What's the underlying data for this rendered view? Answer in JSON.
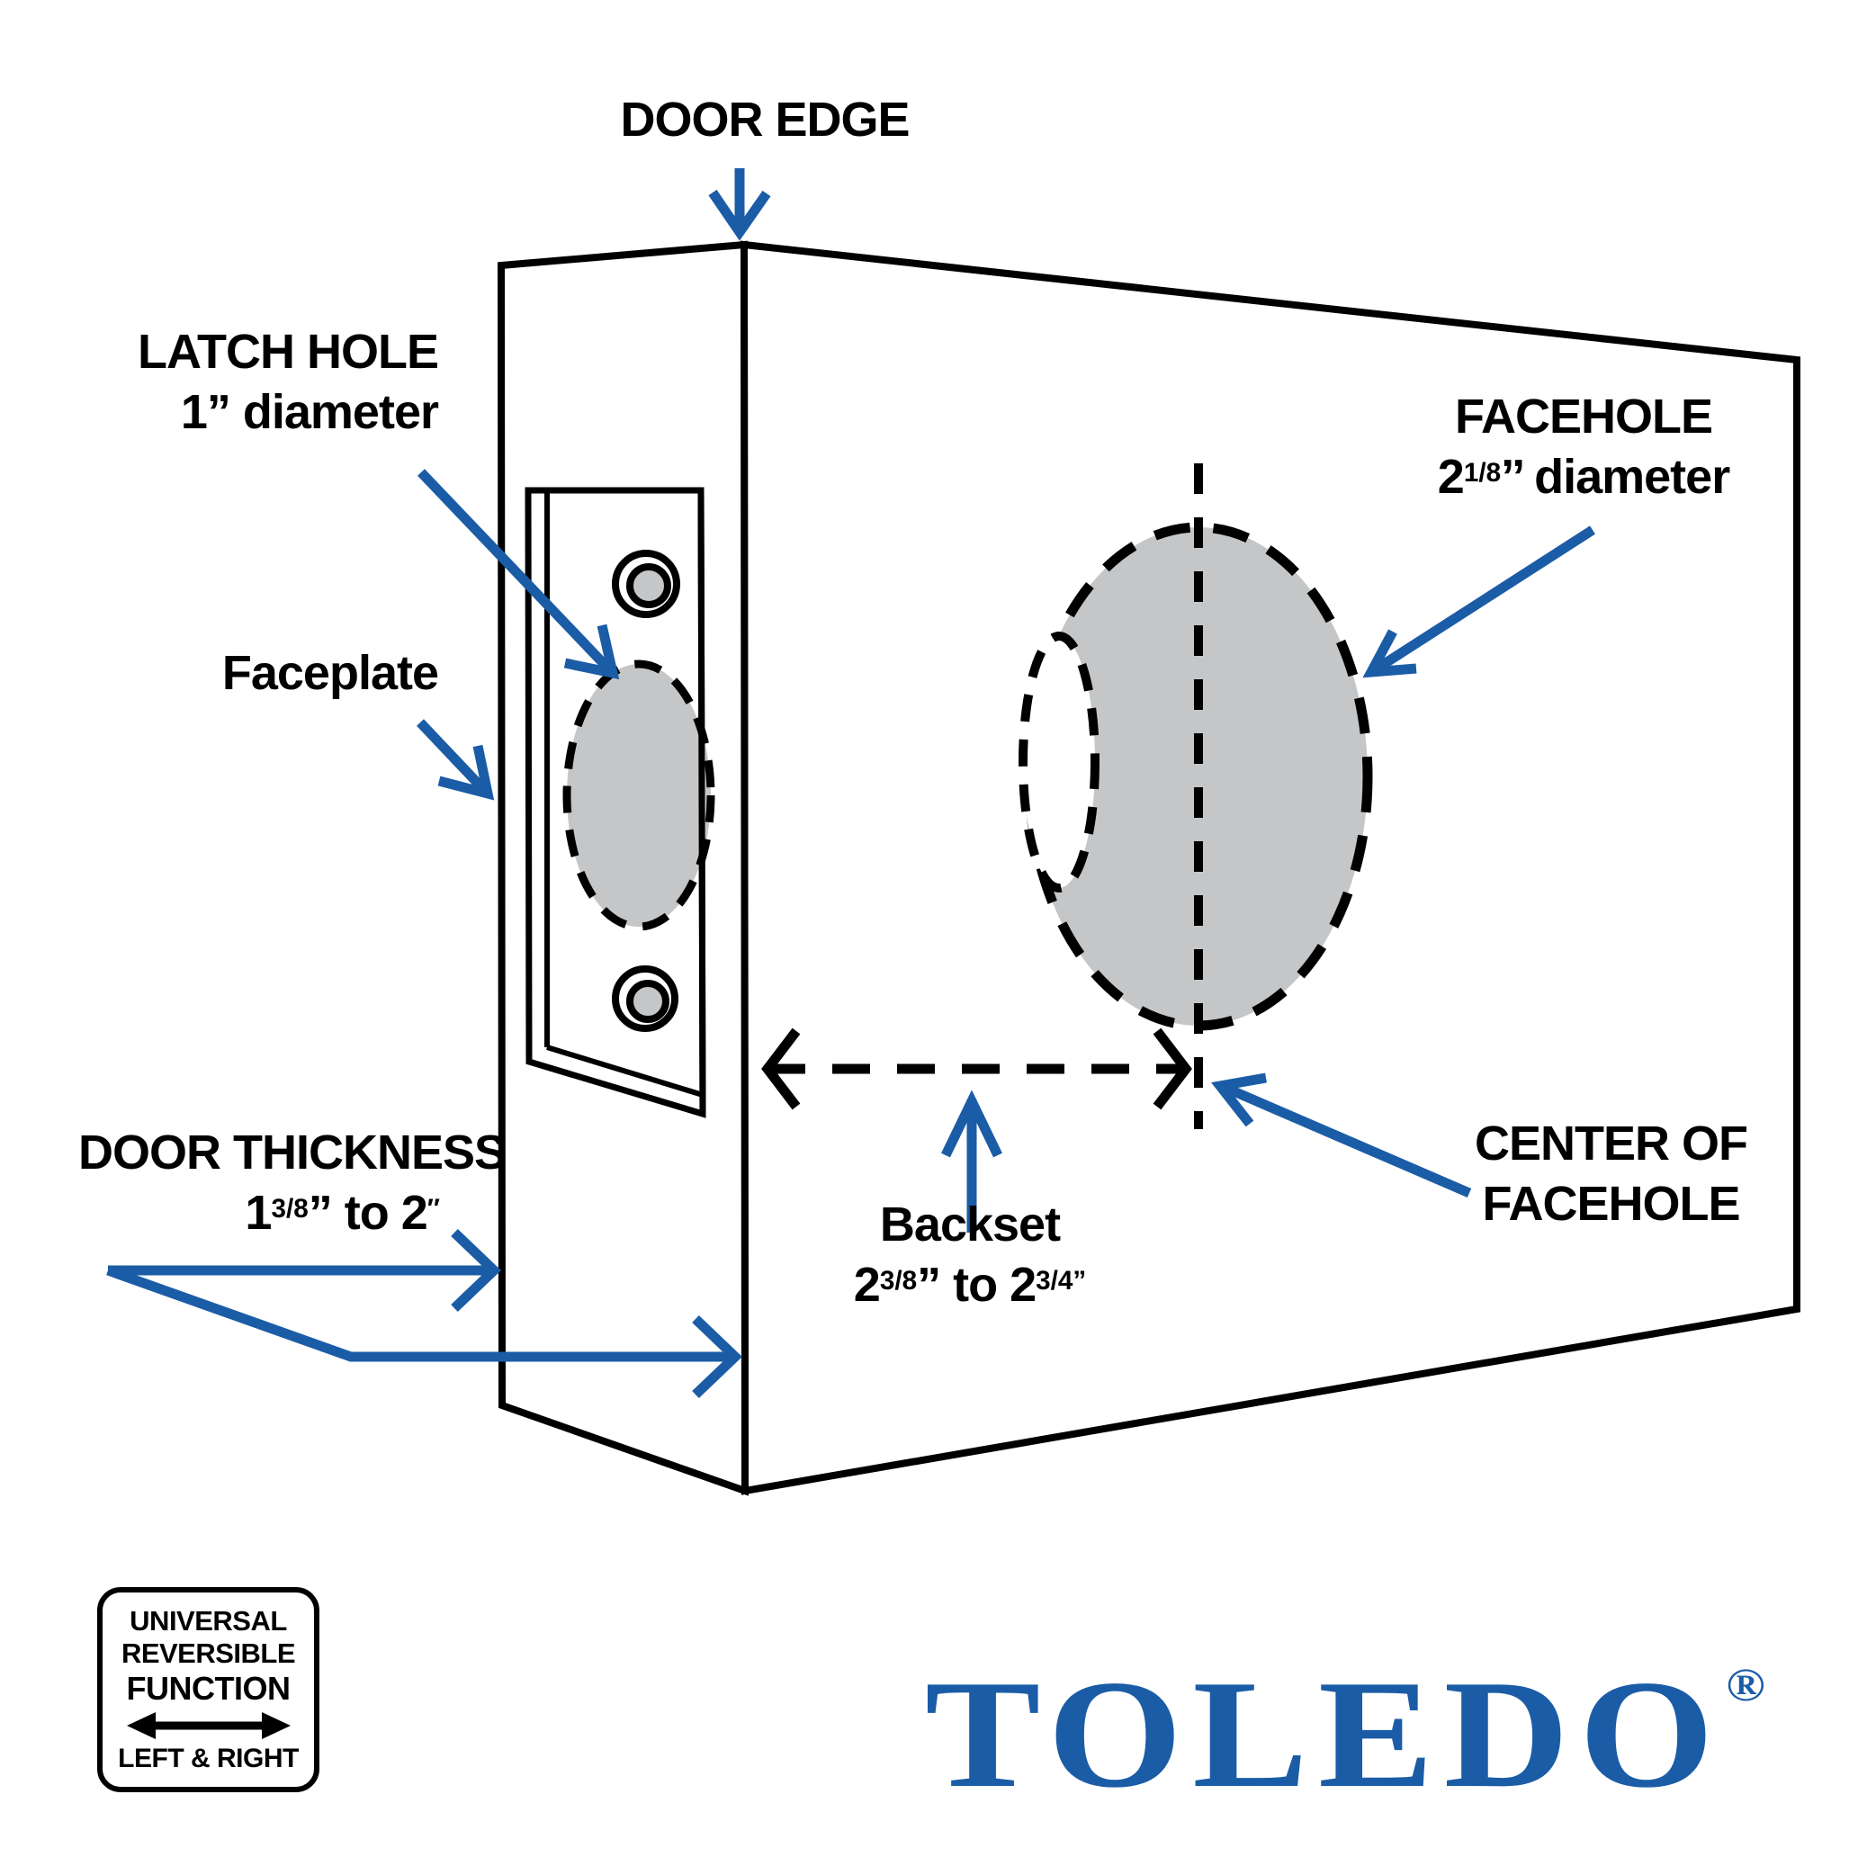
{
  "colors": {
    "accent_blue": "#1b5ca6",
    "hole_gray": "#c4c6c8",
    "line_black": "#000000",
    "background": "#ffffff"
  },
  "annotations": {
    "door_edge": {
      "text": "DOOR EDGE"
    },
    "latch_hole": {
      "line1": "LATCH HOLE",
      "line2": "1” diameter"
    },
    "faceplate": {
      "text": "Faceplate"
    },
    "facehole": {
      "line1": "FACEHOLE",
      "line2": [
        {
          "t": "2"
        },
        {
          "t": "1/8",
          "sup": true
        },
        {
          "t": "’’ diameter"
        }
      ]
    },
    "door_thickness": {
      "line1": "DOOR THICKNESS",
      "line2": [
        {
          "t": "1"
        },
        {
          "t": "3/8",
          "sup": true
        },
        {
          "t": "” to 2"
        },
        {
          "t": "″",
          "sup": true
        }
      ]
    },
    "backset": {
      "line1": "Backset",
      "line2": [
        {
          "t": "2"
        },
        {
          "t": "3/8",
          "sup": true
        },
        {
          "t": "” to 2"
        },
        {
          "t": "3/4",
          "sup": true
        },
        {
          "t": "”",
          "sup": true
        }
      ]
    },
    "center_of_facehole": {
      "line1": "CENTER OF",
      "line2": "FACEHOLE"
    }
  },
  "badge": {
    "line1": "UNIVERSAL",
    "line2": "REVERSIBLE",
    "line3": "FUNCTION",
    "line4": "LEFT & RIGHT",
    "arrow_icon": "left-right-double-arrow"
  },
  "brand": {
    "name": "TOLEDO",
    "registered_mark": "®"
  }
}
